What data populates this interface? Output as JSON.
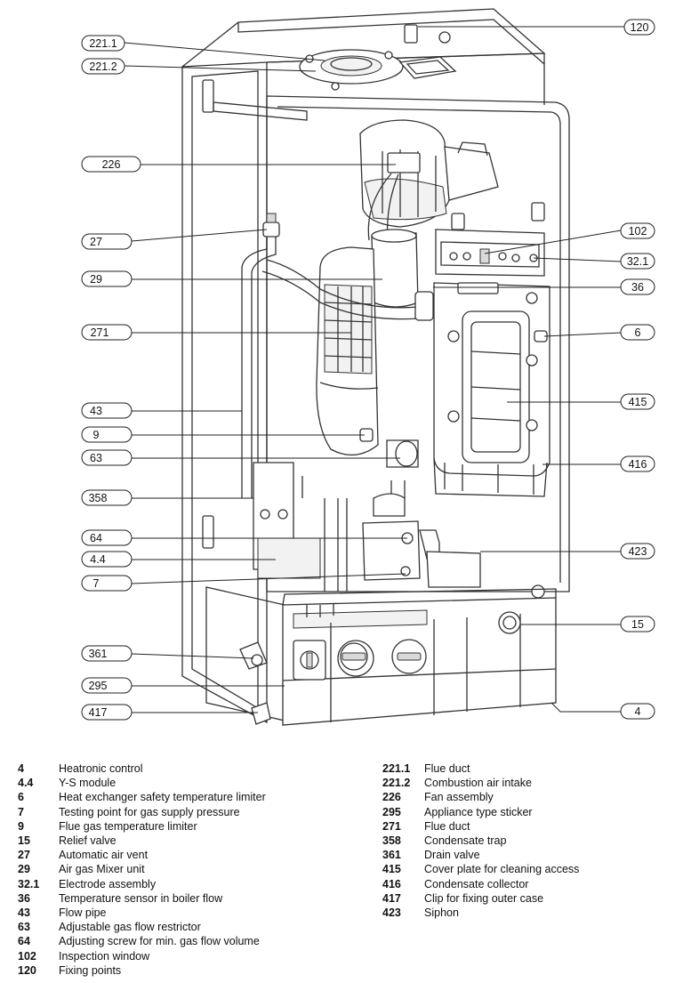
{
  "callouts": [
    {
      "id": "c120",
      "label": "120"
    },
    {
      "id": "c2211",
      "label": "221.1"
    },
    {
      "id": "c2212",
      "label": "221.2"
    },
    {
      "id": "c226",
      "label": "226"
    },
    {
      "id": "c27",
      "label": "27"
    },
    {
      "id": "c102",
      "label": "102"
    },
    {
      "id": "c321",
      "label": "32.1"
    },
    {
      "id": "c29",
      "label": "29"
    },
    {
      "id": "c36",
      "label": "36"
    },
    {
      "id": "c271",
      "label": "271"
    },
    {
      "id": "c6",
      "label": "6"
    },
    {
      "id": "c415",
      "label": "415"
    },
    {
      "id": "c43",
      "label": "43"
    },
    {
      "id": "c9",
      "label": "9"
    },
    {
      "id": "c416",
      "label": "416"
    },
    {
      "id": "c63",
      "label": "63"
    },
    {
      "id": "c358",
      "label": "358"
    },
    {
      "id": "c64",
      "label": "64"
    },
    {
      "id": "c423",
      "label": "423"
    },
    {
      "id": "c44",
      "label": "4.4"
    },
    {
      "id": "c7",
      "label": "7"
    },
    {
      "id": "c15",
      "label": "15"
    },
    {
      "id": "c361",
      "label": "361"
    },
    {
      "id": "c295",
      "label": "295"
    },
    {
      "id": "c417",
      "label": "417"
    },
    {
      "id": "c4",
      "label": "4"
    }
  ],
  "legend_left": [
    {
      "code": "4",
      "desc": "Heatronic control"
    },
    {
      "code": "4.4",
      "desc": "Y-S module"
    },
    {
      "code": "6",
      "desc": "Heat exchanger safety temperature limiter"
    },
    {
      "code": "7",
      "desc": "Testing point for gas supply pressure"
    },
    {
      "code": "9",
      "desc": "Flue gas temperature limiter"
    },
    {
      "code": "15",
      "desc": "Relief valve"
    },
    {
      "code": "27",
      "desc": "Automatic air vent"
    },
    {
      "code": "29",
      "desc": "Air gas Mixer unit"
    },
    {
      "code": "32.1",
      "desc": "Electrode assembly"
    },
    {
      "code": "36",
      "desc": "Temperature sensor in boiler flow"
    },
    {
      "code": "43",
      "desc": "Flow pipe"
    },
    {
      "code": "63",
      "desc": "Adjustable gas flow restrictor"
    },
    {
      "code": "64",
      "desc": "Adjusting screw for min. gas flow volume"
    },
    {
      "code": "102",
      "desc": "Inspection window"
    },
    {
      "code": "120",
      "desc": "Fixing points"
    }
  ],
  "legend_right": [
    {
      "code": "221.1",
      "desc": "Flue duct"
    },
    {
      "code": "221.2",
      "desc": "Combustion air intake"
    },
    {
      "code": "226",
      "desc": "Fan assembly"
    },
    {
      "code": "295",
      "desc": "Appliance type sticker"
    },
    {
      "code": "271",
      "desc": "Flue duct"
    },
    {
      "code": "358",
      "desc": "Condensate trap"
    },
    {
      "code": "361",
      "desc": "Drain valve"
    },
    {
      "code": "415",
      "desc": "Cover plate for cleaning access"
    },
    {
      "code": "416",
      "desc": "Condensate collector"
    },
    {
      "code": "417",
      "desc": "Clip for fixing outer case"
    },
    {
      "code": "423",
      "desc": "Siphon"
    }
  ]
}
